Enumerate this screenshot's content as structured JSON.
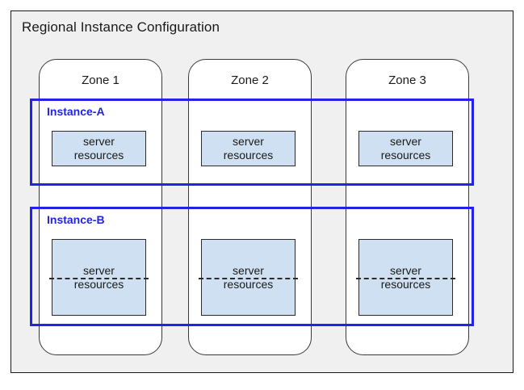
{
  "diagram": {
    "title": "Regional Instance Configuration",
    "colors": {
      "background": "#f0f0f0",
      "page": "#ffffff",
      "frame_border": "#1a1a1a",
      "zone_border": "#3a3a3a",
      "instance_blue": "#2222e8",
      "server_fill": "#cfe0f2",
      "server_border": "#2b2b2b",
      "text": "#1a1a1a"
    }
  },
  "zones": [
    {
      "label": "Zone 1"
    },
    {
      "label": "Zone 2"
    },
    {
      "label": "Zone 3"
    }
  ],
  "instances": [
    {
      "label": "Instance-A",
      "resources": [
        {
          "line1": "server",
          "line2": "resources"
        },
        {
          "line1": "server",
          "line2": "resources"
        },
        {
          "line1": "server",
          "line2": "resources"
        }
      ]
    },
    {
      "label": "Instance-B",
      "resources": [
        {
          "line1": "server",
          "line2": "resources"
        },
        {
          "line1": "server",
          "line2": "resources"
        },
        {
          "line1": "server",
          "line2": "resources"
        }
      ]
    }
  ]
}
